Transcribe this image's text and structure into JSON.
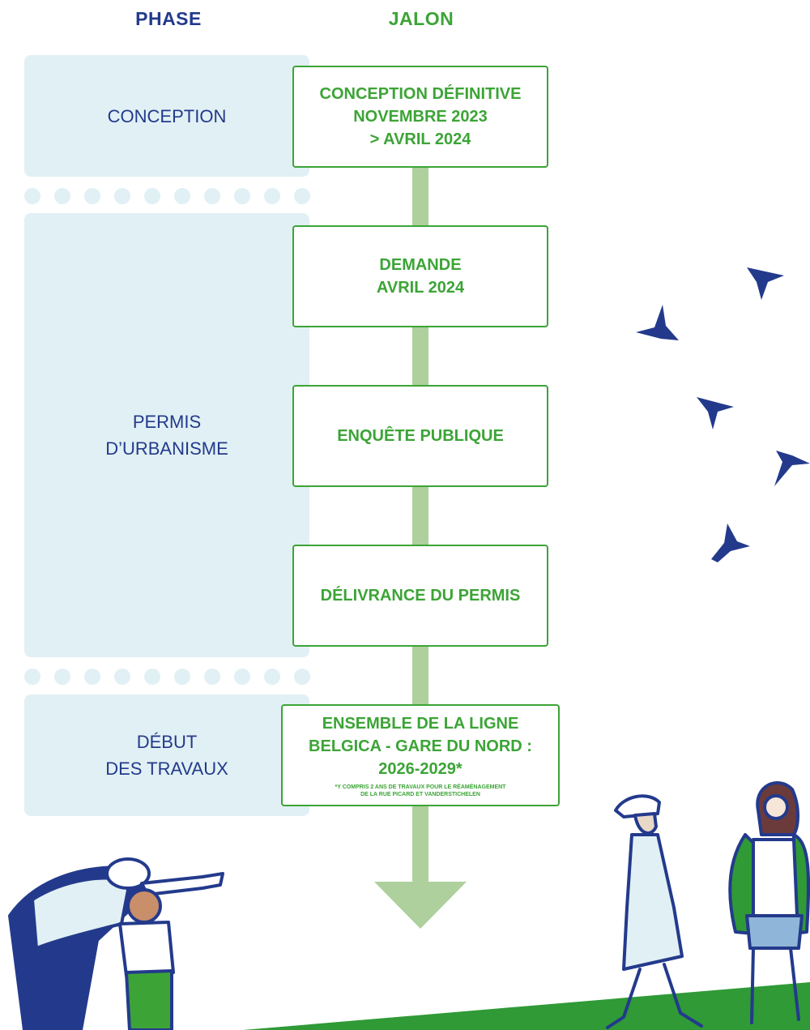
{
  "headers": {
    "phase": "PHASE",
    "jalon": "JALON"
  },
  "colors": {
    "phase_bg": "#e1f0f4",
    "navy": "#233a8c",
    "green": "#3ca436",
    "arrow": "#aed09c",
    "grass": "#2f9a36",
    "dot": "#e1f0f4"
  },
  "phases": [
    {
      "label": "CONCEPTION"
    },
    {
      "label": "PERMIS\nD’URBANISME"
    },
    {
      "label": "DÉBUT\nDES TRAVAUX"
    }
  ],
  "milestones": [
    {
      "text": "CONCEPTION DÉFINITIVE\nNOVEMBRE 2023\n> AVRIL 2024"
    },
    {
      "text": "DEMANDE\nAVRIL 2024"
    },
    {
      "text": "ENQUÊTE PUBLIQUE"
    },
    {
      "text": "DÉLIVRANCE DU PERMIS"
    },
    {
      "text": "ENSEMBLE DE LA LIGNE\nBELGICA - GARE DU NORD :\n2026-2029*",
      "note": "*Y COMPRIS 2 ANS DE TRAVAUX POUR LE RÉAMÉNAGEMENT\nDE LA RUE PICARD ET VANDERSTICHELEN"
    }
  ],
  "illustrations": [
    "birds-icon",
    "adult-pointing-with-child-icon",
    "walking-woman-with-cap-icon",
    "woman-with-green-jacket-icon"
  ]
}
